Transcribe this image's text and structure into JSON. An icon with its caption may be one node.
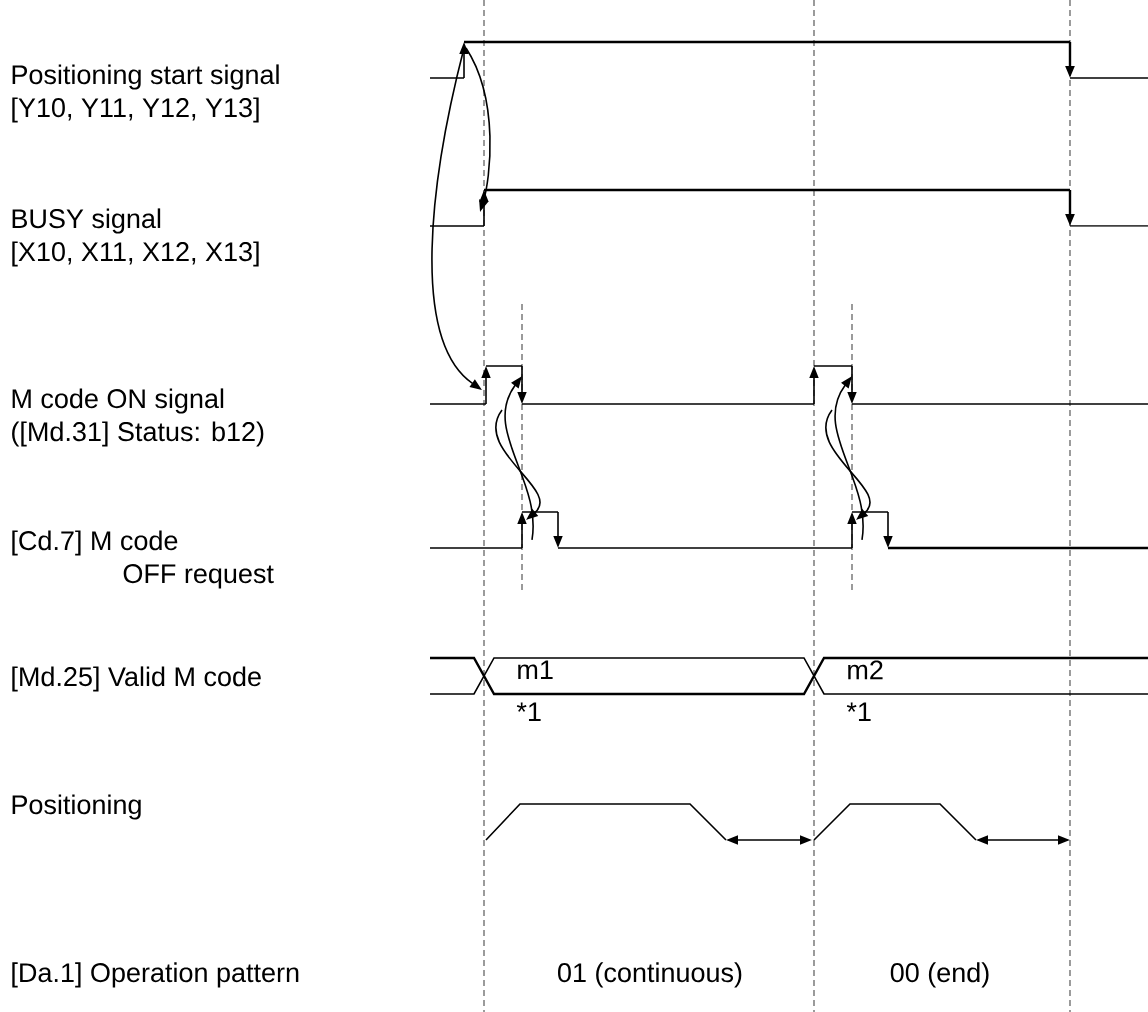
{
  "diagram": {
    "labels": [
      "Positioning start signal [Y10, Y11, Y12, Y13]",
      "BUSY signal [X10, X11, X12, X13]",
      "M code ON signal ([Md.31] Status: b12)",
      "[Cd.7] M code OFF request",
      "[Md.25] Valid M code",
      "m1",
      "m2",
      "*1",
      "*1",
      "Positioning",
      "[Da.1] Operation pattern",
      "01 (continuous)",
      "00 (end)"
    ]
  }
}
